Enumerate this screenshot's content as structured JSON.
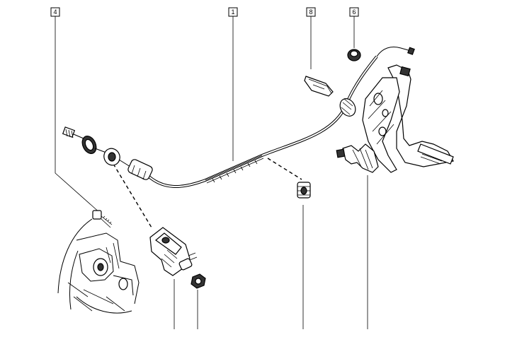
{
  "callouts": [
    {
      "id": "c4",
      "label": "4"
    },
    {
      "id": "c1",
      "label": "1"
    },
    {
      "id": "c8",
      "label": "8"
    },
    {
      "id": "c6",
      "label": "6"
    }
  ],
  "colors": {
    "line": "#000000",
    "background": "#ffffff"
  }
}
